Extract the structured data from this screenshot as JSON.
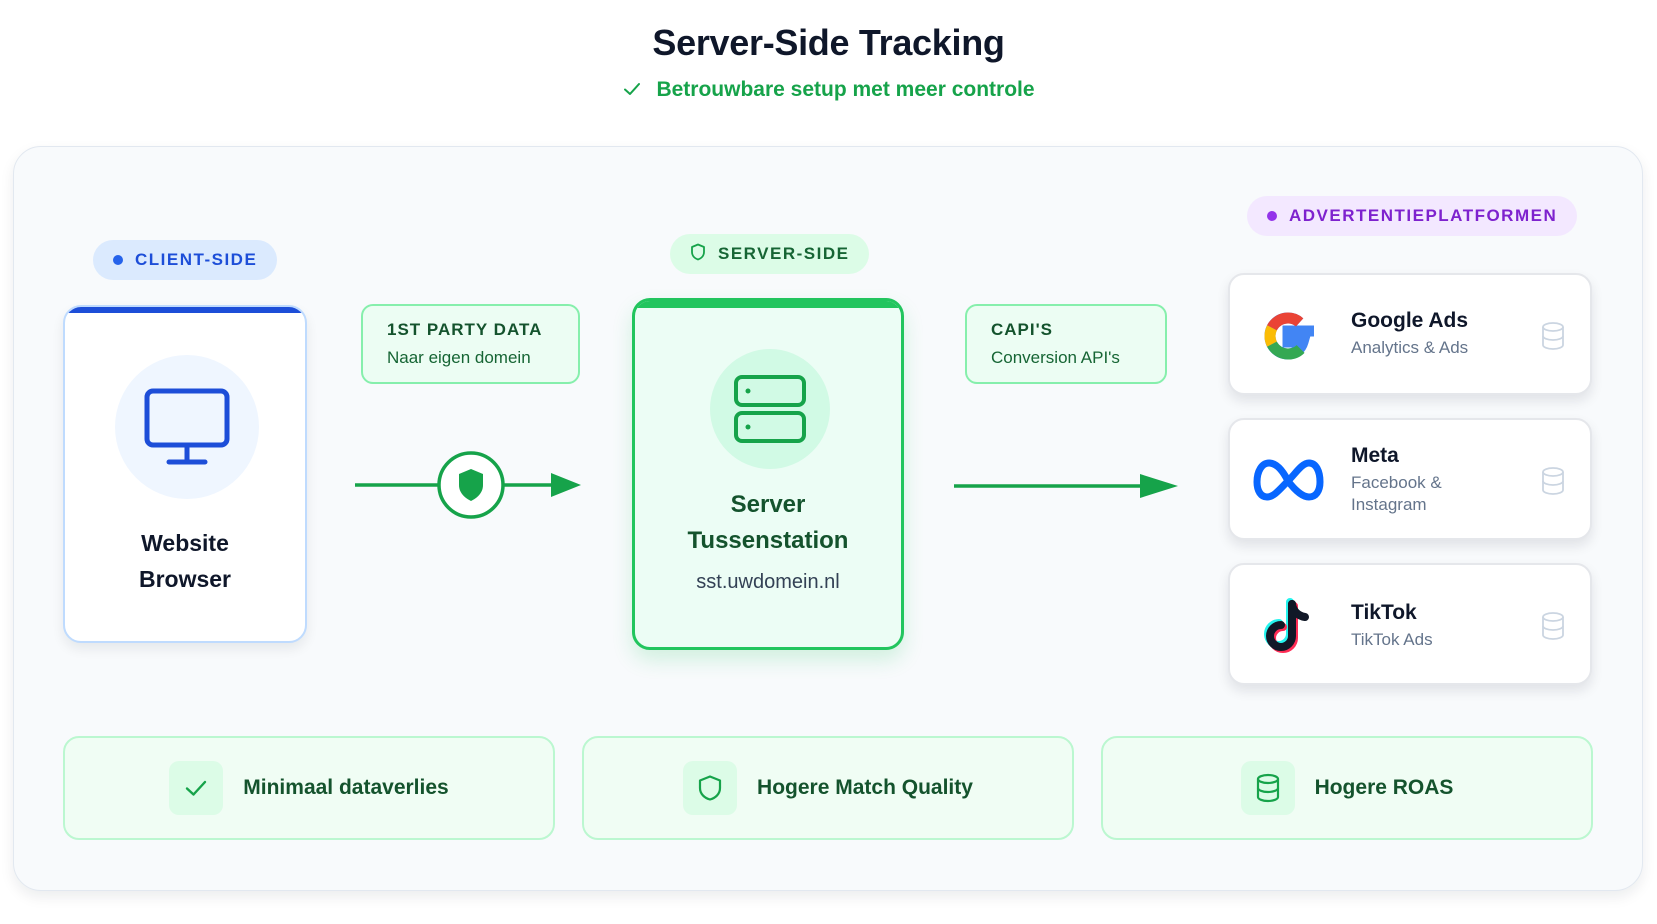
{
  "header": {
    "title": "Server-Side Tracking",
    "subtitle": "Betrouwbare setup met meer controle"
  },
  "client": {
    "pill": "CLIENT-SIDE",
    "card_label_line1": "Website",
    "card_label_line2": "Browser",
    "icon": "monitor-icon"
  },
  "first_party": {
    "title": "1ST PARTY DATA",
    "subtitle": "Naar eigen domein"
  },
  "server": {
    "pill": "SERVER-SIDE",
    "name_line1": "Server",
    "name_line2": "Tussenstation",
    "domain": "sst.uwdomein.nl",
    "icon": "server-icon"
  },
  "capi": {
    "title": "CAPI'S",
    "subtitle": "Conversion API's"
  },
  "platforms": {
    "pill": "ADVERTENTIEPLATFORMEN",
    "items": [
      {
        "name": "Google Ads",
        "desc": "Analytics & Ads",
        "icon": "google-logo-icon"
      },
      {
        "name": "Meta",
        "desc": "Facebook & Instagram",
        "icon": "meta-logo-icon"
      },
      {
        "name": "TikTok",
        "desc": "TikTok Ads",
        "icon": "tiktok-logo-icon"
      }
    ]
  },
  "benefits": [
    {
      "label": "Minimaal dataverlies",
      "icon": "check-icon"
    },
    {
      "label": "Hogere Match Quality",
      "icon": "shield-icon"
    },
    {
      "label": "Hogere ROAS",
      "icon": "database-icon"
    }
  ],
  "colors": {
    "client_accent": "#1d4ed8",
    "server_accent": "#22c55e",
    "arrow": "#16a34a",
    "platform_accent": "#9333ea"
  }
}
